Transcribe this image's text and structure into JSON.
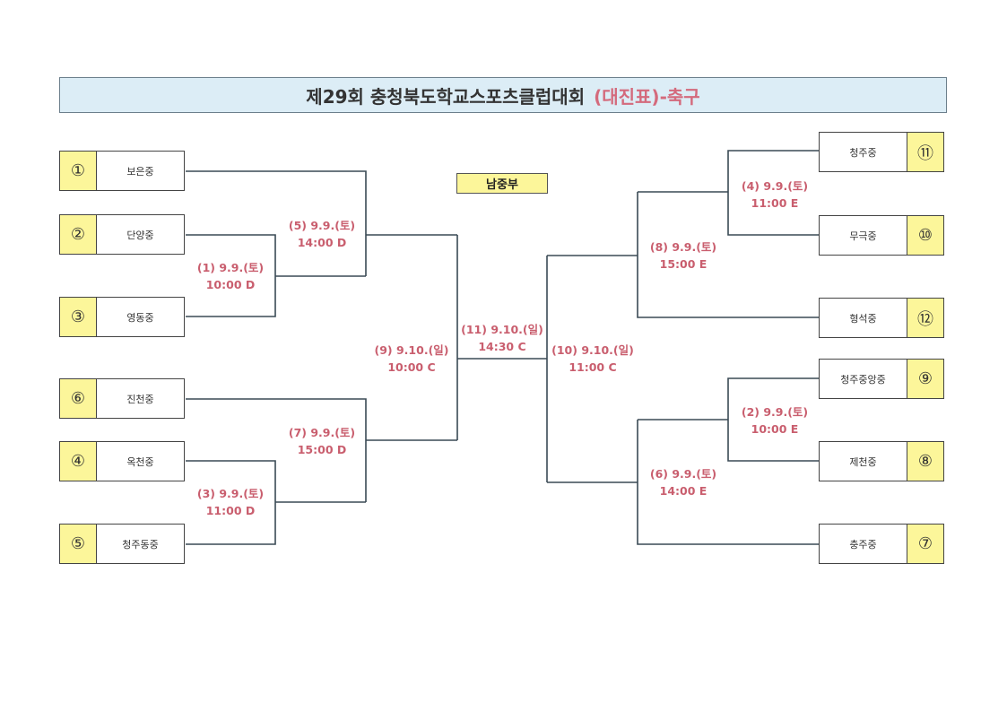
{
  "title": {
    "main": "제29회 충청북도학교스포츠클럽대회",
    "accent": "(대진표)-축구"
  },
  "division": "남중부",
  "left_teams": [
    {
      "num": "①",
      "name": "보은중"
    },
    {
      "num": "②",
      "name": "단양중"
    },
    {
      "num": "③",
      "name": "영동중"
    },
    {
      "num": "⑥",
      "name": "진천중"
    },
    {
      "num": "④",
      "name": "옥천중"
    },
    {
      "num": "⑤",
      "name": "청주동중"
    }
  ],
  "right_teams": [
    {
      "num": "⑪",
      "name": "청주중"
    },
    {
      "num": "⑩",
      "name": "무극중"
    },
    {
      "num": "⑫",
      "name": "형석중"
    },
    {
      "num": "⑨",
      "name": "청주중앙중"
    },
    {
      "num": "⑧",
      "name": "제천중"
    },
    {
      "num": "⑦",
      "name": "충주중"
    }
  ],
  "matches": {
    "m1": {
      "line1": "(1) 9.9.(토)",
      "line2": "10:00 D"
    },
    "m2": {
      "line1": "(2) 9.9.(토)",
      "line2": "10:00 E"
    },
    "m3": {
      "line1": "(3) 9.9.(토)",
      "line2": "11:00 D"
    },
    "m4": {
      "line1": "(4) 9.9.(토)",
      "line2": "11:00 E"
    },
    "m5": {
      "line1": "(5) 9.9.(토)",
      "line2": "14:00 D"
    },
    "m6": {
      "line1": "(6) 9.9.(토)",
      "line2": "14:00 E"
    },
    "m7": {
      "line1": "(7) 9.9.(토)",
      "line2": "15:00 D"
    },
    "m8": {
      "line1": "(8) 9.9.(토)",
      "line2": "15:00 E"
    },
    "m9": {
      "line1": "(9) 9.10.(일)",
      "line2": "10:00 C"
    },
    "m10": {
      "line1": "(10) 9.10.(일)",
      "line2": "11:00 C"
    },
    "m11": {
      "line1": "(11) 9.10.(일)",
      "line2": "14:30 C"
    }
  }
}
